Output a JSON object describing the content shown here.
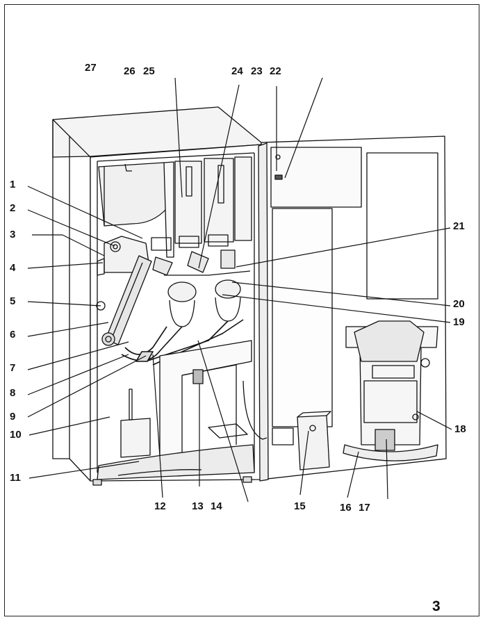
{
  "figure_number": "3",
  "callouts": [
    {
      "key": "c1",
      "label": "1"
    },
    {
      "key": "c2",
      "label": "2"
    },
    {
      "key": "c3",
      "label": "3"
    },
    {
      "key": "c4",
      "label": "4"
    },
    {
      "key": "c5",
      "label": "5"
    },
    {
      "key": "c6",
      "label": "6"
    },
    {
      "key": "c7",
      "label": "7"
    },
    {
      "key": "c8",
      "label": "8"
    },
    {
      "key": "c9",
      "label": "9"
    },
    {
      "key": "c10",
      "label": "10"
    },
    {
      "key": "c11",
      "label": "11"
    },
    {
      "key": "c12",
      "label": "12"
    },
    {
      "key": "c13",
      "label": "13"
    },
    {
      "key": "c14",
      "label": "14"
    },
    {
      "key": "c15",
      "label": "15"
    },
    {
      "key": "c16",
      "label": "16"
    },
    {
      "key": "c17",
      "label": "17"
    },
    {
      "key": "c18",
      "label": "18"
    },
    {
      "key": "c19",
      "label": "19"
    },
    {
      "key": "c20",
      "label": "20"
    },
    {
      "key": "c21",
      "label": "21"
    },
    {
      "key": "c22",
      "label": "22"
    },
    {
      "key": "c23",
      "label": "23"
    },
    {
      "key": "c24",
      "label": "24"
    },
    {
      "key": "c25",
      "label": "25"
    },
    {
      "key": "c26",
      "label": "26"
    },
    {
      "key": "c27",
      "label": "27"
    }
  ]
}
